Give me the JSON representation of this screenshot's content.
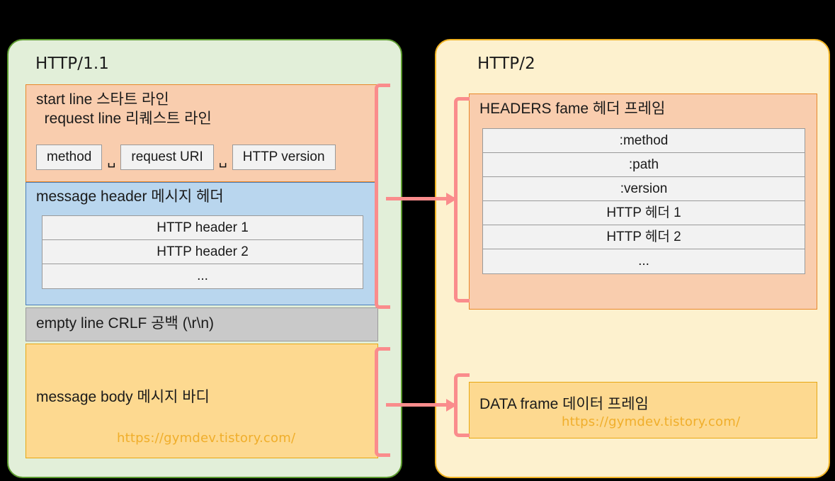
{
  "left_panel": {
    "title": "HTTP/1.1",
    "start_line": {
      "label": "start line 스타트 라인\n  request line 리퀘스트 라인",
      "tokens": [
        "method",
        "request URI",
        "HTTP version"
      ],
      "separator": "␣"
    },
    "message_header": {
      "label": "message header 메시지 헤더",
      "rows": [
        "HTTP header 1",
        "HTTP header 2",
        "..."
      ]
    },
    "empty_line": {
      "label": "empty line CRLF 공백 (\\r\\n)"
    },
    "message_body": {
      "label": "message body 메시지 바디"
    }
  },
  "right_panel": {
    "title": "HTTP/2",
    "headers_frame": {
      "label": "HEADERS fame 헤더 프레임",
      "rows": [
        ":method",
        ":path",
        ":version",
        "HTTP 헤더 1",
        "HTTP 헤더 2",
        "..."
      ]
    },
    "data_frame": {
      "label": "DATA frame 데이터 프레임"
    }
  },
  "watermark": "https://gymdev.tistory.com/",
  "colors": {
    "background": "#000000",
    "left_panel_bg": "#E2EFD9",
    "left_panel_border": "#5C9B2F",
    "right_panel_bg": "#FDF1CE",
    "right_panel_border": "#F0B323",
    "start_line_bg": "#F9CDAE",
    "start_line_border": "#E8882A",
    "message_header_bg": "#B9D6EE",
    "message_header_border": "#4A7EBB",
    "empty_line_bg": "#C9C9C9",
    "message_body_bg": "#FDD990",
    "message_body_border": "#E8A712",
    "table_row_bg": "#F2F2F2",
    "table_row_border": "#9A9A9A",
    "arrow": "#FA8C8C",
    "watermark": "#F0AE2B"
  }
}
